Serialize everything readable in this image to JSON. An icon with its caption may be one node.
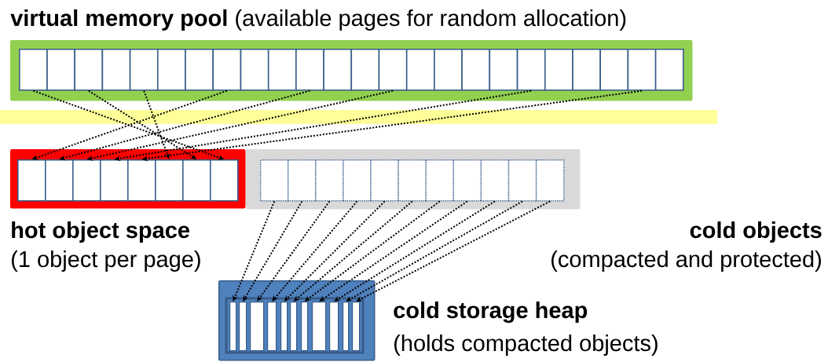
{
  "diagram": {
    "nodes": [
      {
        "text": [
          "**virtual memory pool** (available pages for random allocation)"
        ]
      },
      {
        "text": [],
        "shape": "box",
        "in": 0
      },
      {
        "text": [],
        "shape": "box",
        "in": 0
      },
      {
        "text": [],
        "shape": "box",
        "in": 0
      },
      {
        "text": [],
        "shape": "box",
        "in": 0
      },
      {
        "text": [],
        "shape": "box",
        "in": 0
      },
      {
        "text": [],
        "shape": "box",
        "in": 0
      },
      {
        "text": [],
        "shape": "box",
        "in": 0
      },
      {
        "text": [],
        "shape": "box",
        "in": 0
      },
      {
        "text": [],
        "shape": "box",
        "in": 0
      },
      {
        "text": [],
        "shape": "box",
        "in": 0
      },
      {
        "text": [],
        "shape": "box",
        "in": 0
      },
      {
        "text": [],
        "shape": "box",
        "in": 0
      },
      {
        "text": [],
        "shape": "box",
        "in": 0
      },
      {
        "text": [],
        "shape": "box",
        "in": 0
      },
      {
        "text": [],
        "shape": "box",
        "in": 0
      },
      {
        "text": [],
        "shape": "box",
        "in": 0
      },
      {
        "text": [],
        "shape": "box",
        "in": 0
      },
      {
        "text": [],
        "shape": "box",
        "in": 0
      },
      {
        "text": [],
        "shape": "box",
        "in": 0
      },
      {
        "text": [],
        "shape": "box",
        "in": 0
      },
      {
        "text": [],
        "shape": "box",
        "in": 0
      },
      {
        "text": [],
        "shape": "box",
        "in": 0
      },
      {
        "text": [],
        "shape": "box",
        "in": 0
      },
      {
        "text": [],
        "shape": "box",
        "in": 0
      },
      {
        "text": [
          "hot object space",
          "(1 object per page)"
        ]
      },
      {
        "text": [],
        "shape": "box",
        "in": 25
      },
      {
        "text": [],
        "shape": "box",
        "in": 25
      },
      {
        "text": [],
        "shape": "box",
        "in": 25
      },
      {
        "text": [],
        "shape": "box",
        "in": 25
      },
      {
        "text": [],
        "shape": "box",
        "in": 25
      },
      {
        "text": [],
        "shape": "box",
        "in": 25
      },
      {
        "text": [],
        "shape": "box",
        "in": 25
      },
      {
        "text": [],
        "shape": "box",
        "in": 25
      },
      {
        "text": [
          "cold objects",
          "(compacted and protected)"
        ]
      },
      {
        "text": [],
        "shape": "box",
        "in": 34
      },
      {
        "text": [],
        "shape": "box",
        "in": 34
      },
      {
        "text": [],
        "shape": "box",
        "in": 34
      },
      {
        "text": [],
        "shape": "box",
        "in": 34
      },
      {
        "text": [],
        "shape": "box",
        "in": 34
      },
      {
        "text": [],
        "shape": "box",
        "in": 34
      },
      {
        "text": [],
        "shape": "box",
        "in": 34
      },
      {
        "text": [],
        "shape": "box",
        "in": 34
      },
      {
        "text": [],
        "shape": "box",
        "in": 34
      },
      {
        "text": [],
        "shape": "box",
        "in": 34
      },
      {
        "text": [],
        "shape": "box",
        "in": 34
      },
      {
        "text": [
          "cold storage heap",
          "(holds compacted objects)"
        ]
      },
      {
        "text": [],
        "shape": "box",
        "in": 46
      },
      {
        "text": [],
        "shape": "box",
        "in": 46
      },
      {
        "text": [],
        "shape": "box",
        "in": 46
      },
      {
        "text": [],
        "shape": "box",
        "in": 46
      },
      {
        "text": [],
        "shape": "box",
        "in": 46
      },
      {
        "text": [],
        "shape": "box",
        "in": 46
      },
      {
        "text": [],
        "shape": "box",
        "in": 46
      },
      {
        "text": [],
        "shape": "box",
        "in": 46
      },
      {
        "text": [],
        "shape": "box",
        "in": 46
      },
      {
        "text": [],
        "shape": "box",
        "in": 46
      },
      {
        "text": [],
        "shape": "box",
        "in": 46
      }
    ],
    "edges": [
      {
        "from": 1,
        "to": 33,
        "arrow": "to"
      },
      {
        "from": 3,
        "to": 32,
        "arrow": "to"
      },
      {
        "from": 5,
        "to": 31,
        "arrow": "to"
      },
      {
        "from": 8,
        "to": 26,
        "arrow": "to"
      },
      {
        "from": 11,
        "to": 27,
        "arrow": "to"
      },
      {
        "from": 14,
        "to": 28,
        "arrow": "to"
      },
      {
        "from": 19,
        "to": 29,
        "arrow": "to"
      },
      {
        "from": 23,
        "to": 30,
        "arrow": "to"
      },
      {
        "from": 35,
        "to": 47,
        "arrow": "to"
      },
      {
        "from": 36,
        "to": 48,
        "arrow": "to"
      },
      {
        "from": 37,
        "to": 49,
        "arrow": "to"
      },
      {
        "from": 38,
        "to": 50,
        "arrow": "to"
      },
      {
        "from": 39,
        "to": 51,
        "arrow": "to"
      },
      {
        "from": 40,
        "to": 52,
        "arrow": "to"
      },
      {
        "from": 41,
        "to": 53,
        "arrow": "to"
      },
      {
        "from": 42,
        "to": 54,
        "arrow": "to"
      },
      {
        "from": 43,
        "to": 55,
        "arrow": "to"
      },
      {
        "from": 44,
        "to": 56,
        "arrow": "to"
      },
      {
        "from": 45,
        "to": 57,
        "arrow": "to"
      }
    ]
  }
}
